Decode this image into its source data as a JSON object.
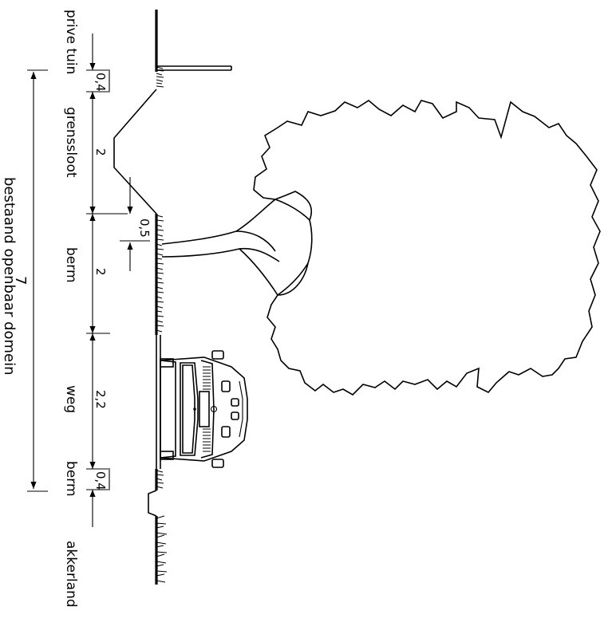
{
  "zones": {
    "prive_tuin": "prive tuin",
    "grenssloot": "grenssloot",
    "berm_1": "berm",
    "weg": "weg",
    "berm_2": "berm",
    "akkerland": "akkerland"
  },
  "dimensions": {
    "prive_tuin": "0,4",
    "grenssloot": "2",
    "sloot_depth": "0,5",
    "berm_1": "2",
    "weg": "2,2",
    "berm_2": "0,4"
  },
  "total": {
    "label": "bestaand openbaar domein",
    "value": "7"
  }
}
